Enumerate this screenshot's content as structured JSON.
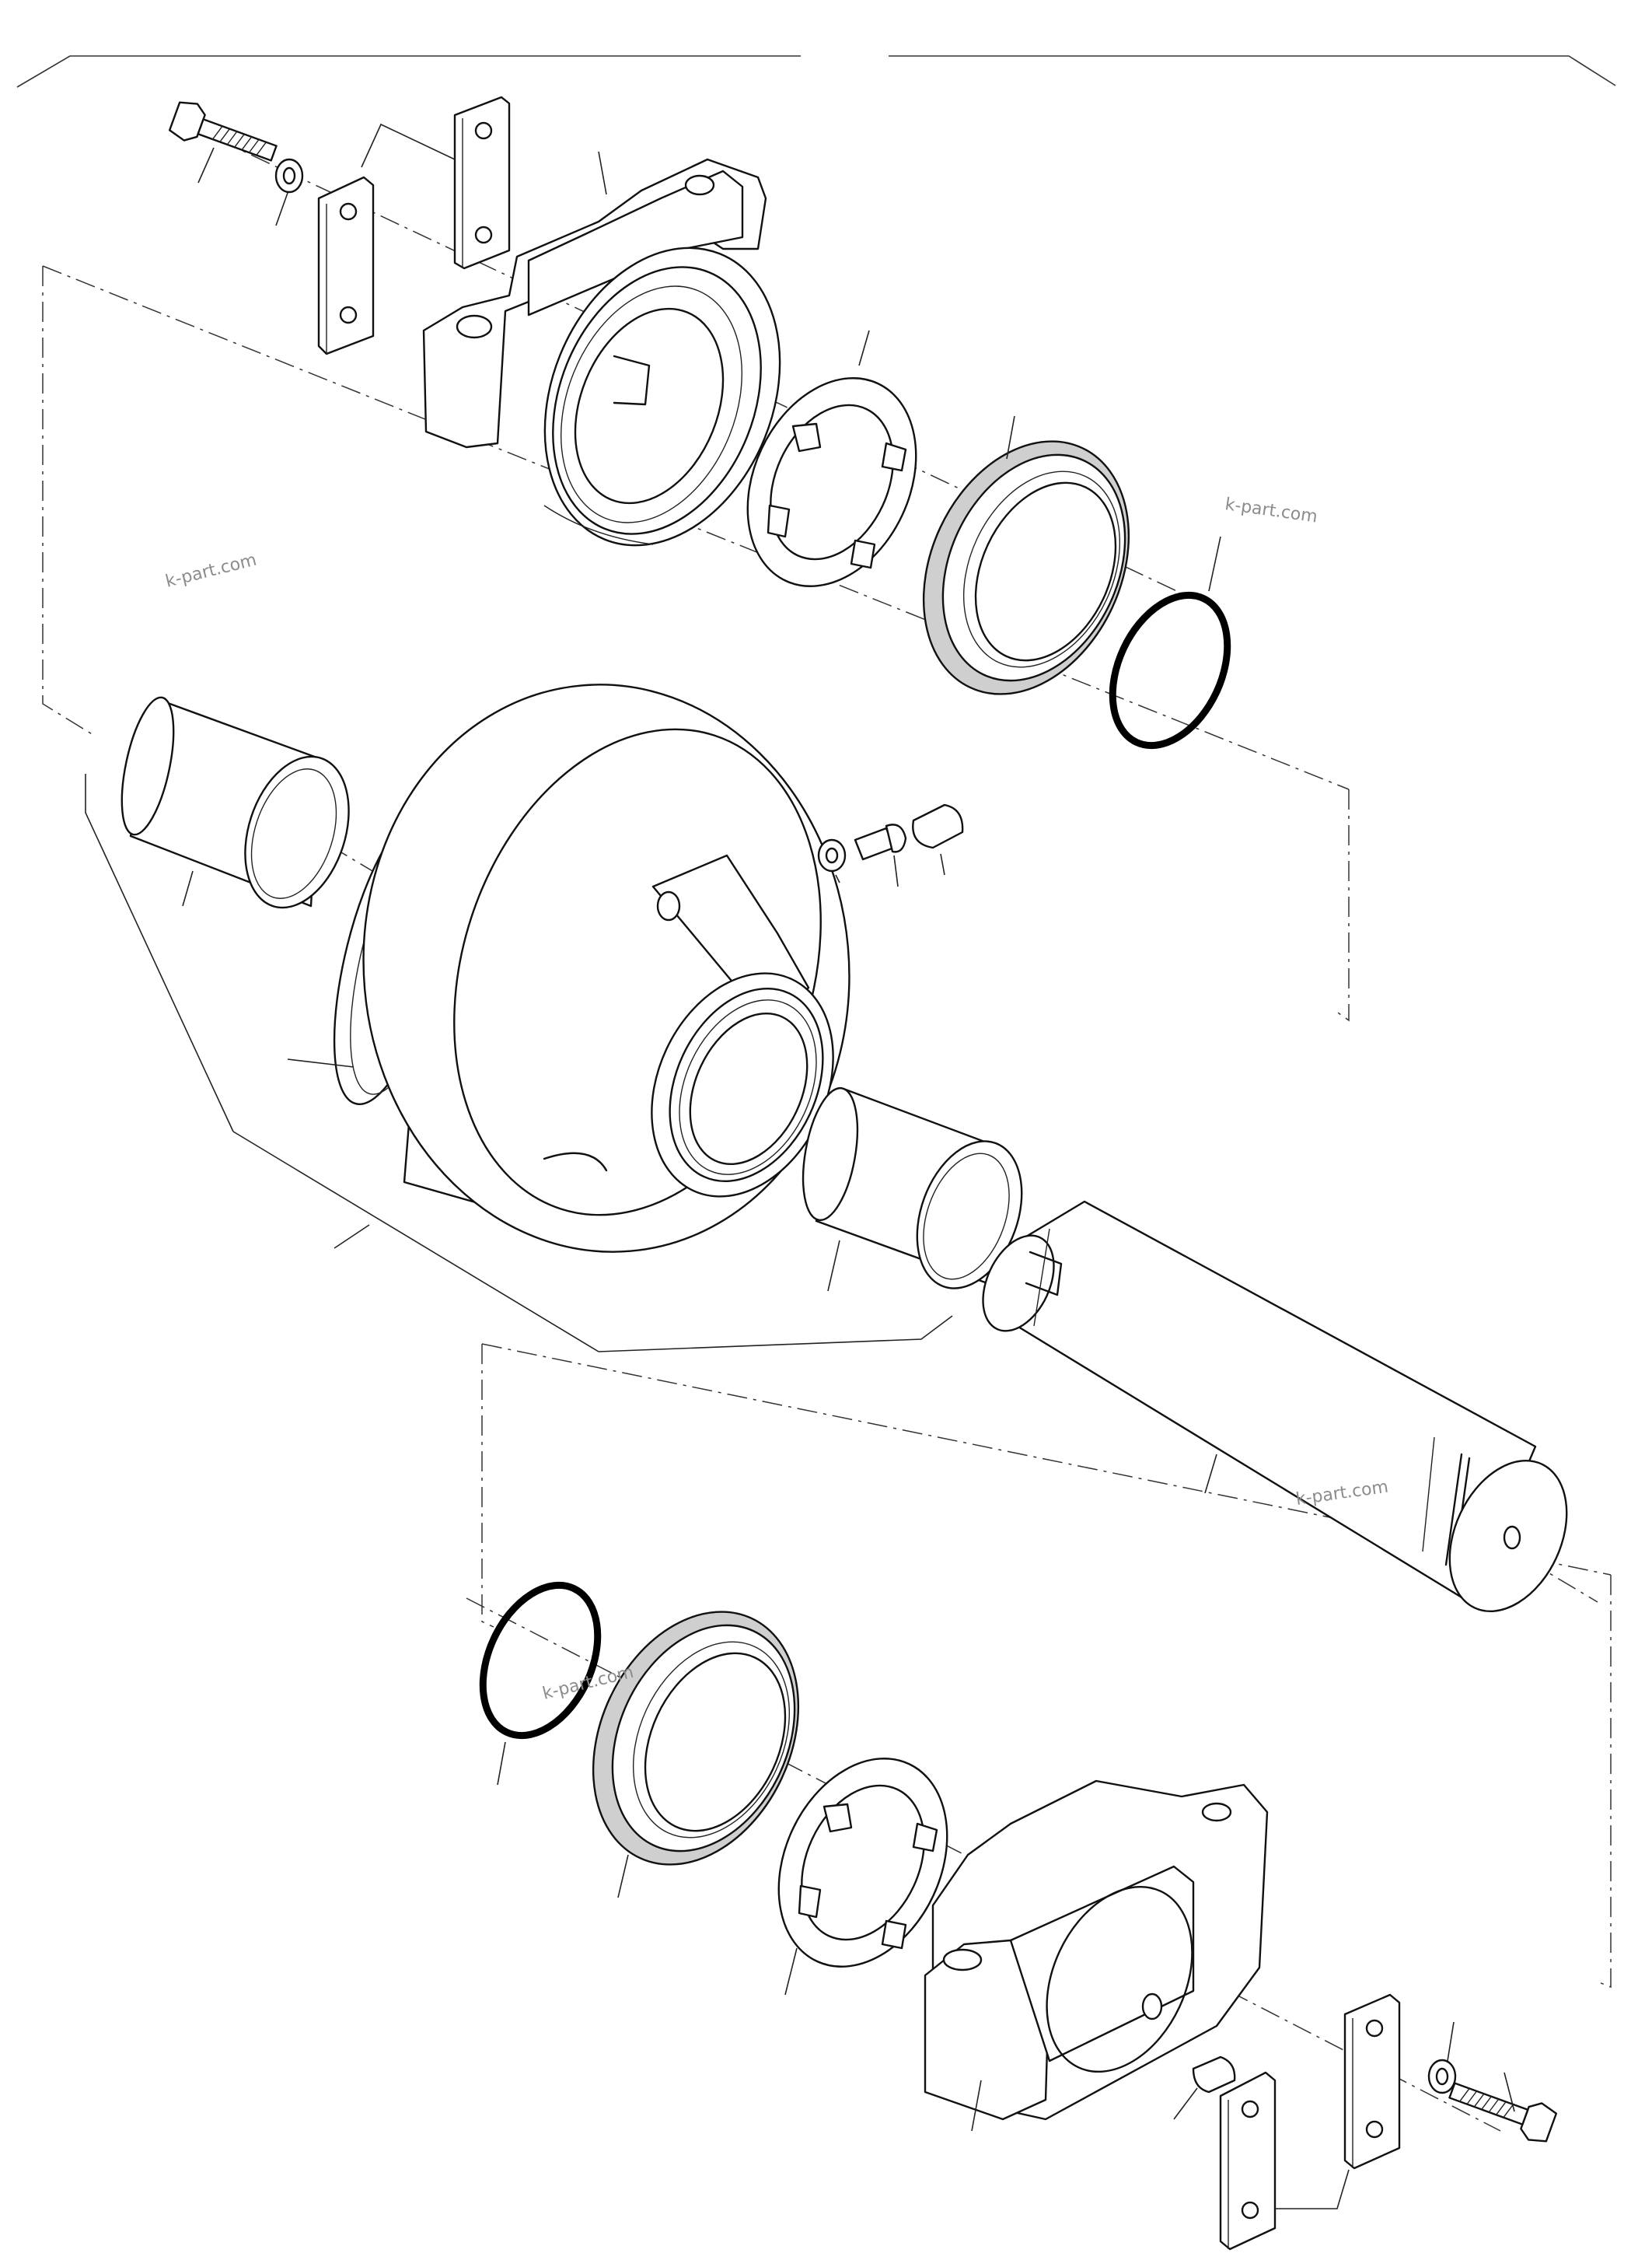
{
  "diagram": {
    "kind": "exploded-parts-view",
    "watermark_text": "k-part.com",
    "watermarks": [
      "k-part.com",
      "k-part.com",
      "k-part.com",
      "k-part.com"
    ],
    "parts": [
      {
        "name": "bolt-icon"
      },
      {
        "name": "washer-icon"
      },
      {
        "name": "retainer-plate-icon"
      },
      {
        "name": "bearing-block-icon"
      },
      {
        "name": "thrust-washer-icon"
      },
      {
        "name": "seal-ring-icon"
      },
      {
        "name": "o-ring-icon"
      },
      {
        "name": "bushing-icon"
      },
      {
        "name": "idler-roller-icon"
      },
      {
        "name": "grease-plug-icon"
      },
      {
        "name": "roller-shaft-icon"
      }
    ]
  }
}
